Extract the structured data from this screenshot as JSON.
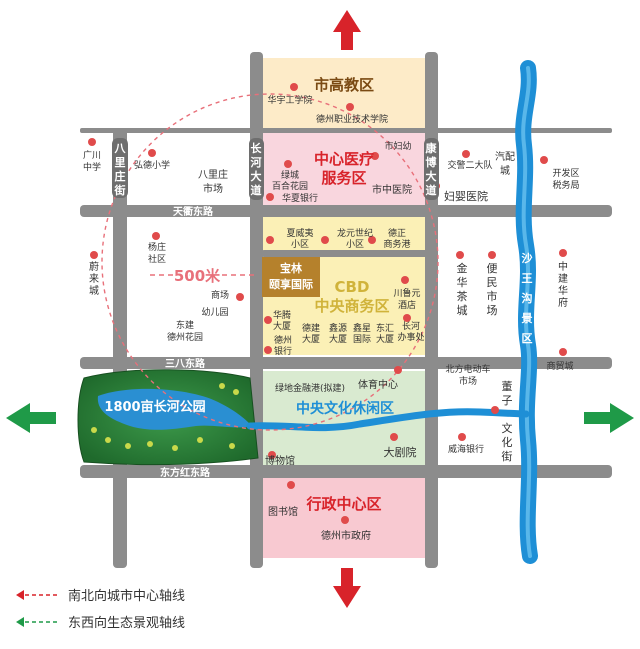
{
  "zones": {
    "education": "市高教区",
    "medical_line1": "中心医疗",
    "medical_line2": "服务区",
    "cbd_line1": "CBD",
    "cbd_line2": "中央商务区",
    "culture": "中央文化休闲区",
    "admin": "行政中心区",
    "park": "1800亩长河公园",
    "river_scenic": [
      "沙",
      "王",
      "沟",
      "景",
      "区"
    ]
  },
  "project": {
    "line1": "宝林",
    "line2": "颐享国际"
  },
  "radius_label": "500米",
  "roads": {
    "tianqu": "天衢东路",
    "sanba": "三八东路",
    "dongfanghong": "东方红东路",
    "balizhuang": [
      "八",
      "里",
      "庄",
      "街"
    ],
    "changhe": [
      "长",
      "河",
      "大",
      "道"
    ],
    "kangbo": [
      "康",
      "博",
      "大",
      "道"
    ],
    "dongzi": [
      "董",
      "子",
      "文",
      "化",
      "街"
    ]
  },
  "pois": {
    "huayu": "华宇工学院",
    "dezhou_vocational": "德州职业技术学院",
    "shifuyou": "市妇幼",
    "shizhongyiyuan": "市中医院",
    "lvcheng_l1": "绿城",
    "lvcheng_l2": "百合花园",
    "huaxia_bank": "华夏银行",
    "jiaojing": "交警二大队",
    "fuying": "妇婴医院",
    "qipei_l1": "汽配",
    "qipei_l2": "城",
    "kaifaqu_l1": "开发区",
    "kaifaqu_l2": "税务局",
    "guangchuan_l1": "广川",
    "guangchuan_l2": "中学",
    "hongde": "弘德小学",
    "balizhuang_market_l1": "八里庄",
    "balizhuang_market_l2": "市场",
    "xiaweiyi_l1": "夏威夷",
    "xiaweiyi_l2": "小区",
    "longyuan_l1": "龙元世纪",
    "longyuan_l2": "小区",
    "dezheng_l1": "德正",
    "dezheng_l2": "商务港",
    "yangzhuang_l1": "杨庄",
    "yangzhuang_l2": "社区",
    "weilai": [
      "蔚",
      "来",
      "城"
    ],
    "market": "商场",
    "kindergarten": "幼儿园",
    "dongjian_l1": "东建",
    "dongjian_l2": "德州花园",
    "chuanlu_l1": "川鲁元",
    "chuanlu_l2": "酒店",
    "jinhua": [
      "金",
      "华",
      "茶",
      "城"
    ],
    "bianmin": [
      "便",
      "民",
      "市",
      "场"
    ],
    "zhongjian": [
      "中",
      "建",
      "华",
      "府"
    ],
    "huateng": [
      "华腾",
      "大厦"
    ],
    "dejian": [
      "德建",
      "大厦"
    ],
    "xinyuan": [
      "鑫源",
      "大厦"
    ],
    "xinxing": [
      "鑫星",
      "国际"
    ],
    "donghui": [
      "东汇",
      "大厦"
    ],
    "dezhou_bank": [
      "德州",
      "银行"
    ],
    "changhe_office": [
      "长河",
      "办事处"
    ],
    "lvdi": "绿地金融港(拟建)",
    "sports": "体育中心",
    "ev_market_l1": "北方电动车",
    "ev_market_l2": "市场",
    "shangmao": "商贸城",
    "museum": "博物馆",
    "theatre": "大剧院",
    "weihai_bank": "威海银行",
    "library": "图书馆",
    "gov": "德州市政府"
  },
  "legend": {
    "ns": "南北向城市中心轴线",
    "ew": "东西向生态景观轴线"
  },
  "colors": {
    "education": "#fdebc8",
    "medical": "#f9d6de",
    "cbd": "#fbf0b6",
    "culture": "#d9ead0",
    "admin": "#f8c9d1",
    "road": "#8c8c8c",
    "river": "#1e8fd6",
    "park": "#2d7a3b",
    "arrow_red": "#d8232a",
    "arrow_green": "#1f9a48"
  }
}
